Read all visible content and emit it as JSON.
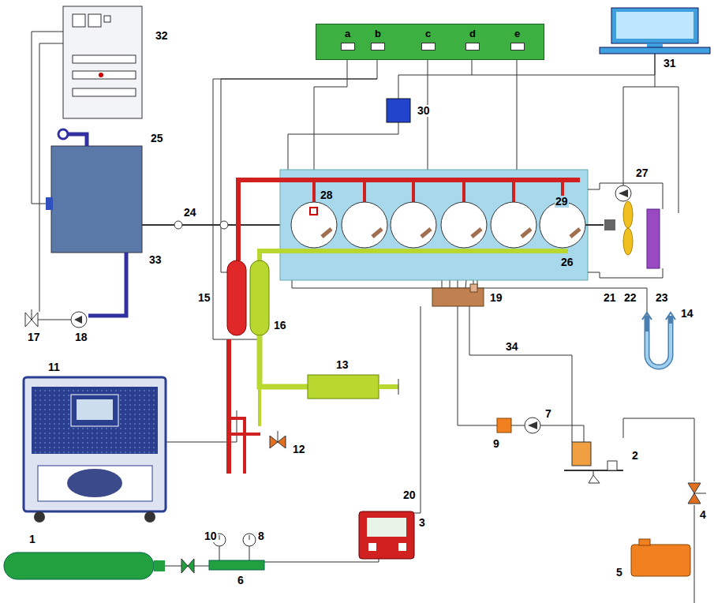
{
  "diagram": {
    "nodes": [
      {
        "text": [
          "a",
          "b",
          "c",
          "d",
          "e"
        ]
      }
    ],
    "labels": [
      "32",
      "25",
      "24",
      "28",
      "26",
      "27",
      "31",
      "30",
      "33",
      "29",
      "15",
      "16",
      "19",
      "21",
      "22",
      "23",
      "17",
      "18",
      "14",
      "13",
      "12",
      "34",
      "11",
      "9",
      "7",
      "2",
      "4",
      "20",
      "3",
      "5",
      "10",
      "8",
      "6",
      "1"
    ]
  }
}
